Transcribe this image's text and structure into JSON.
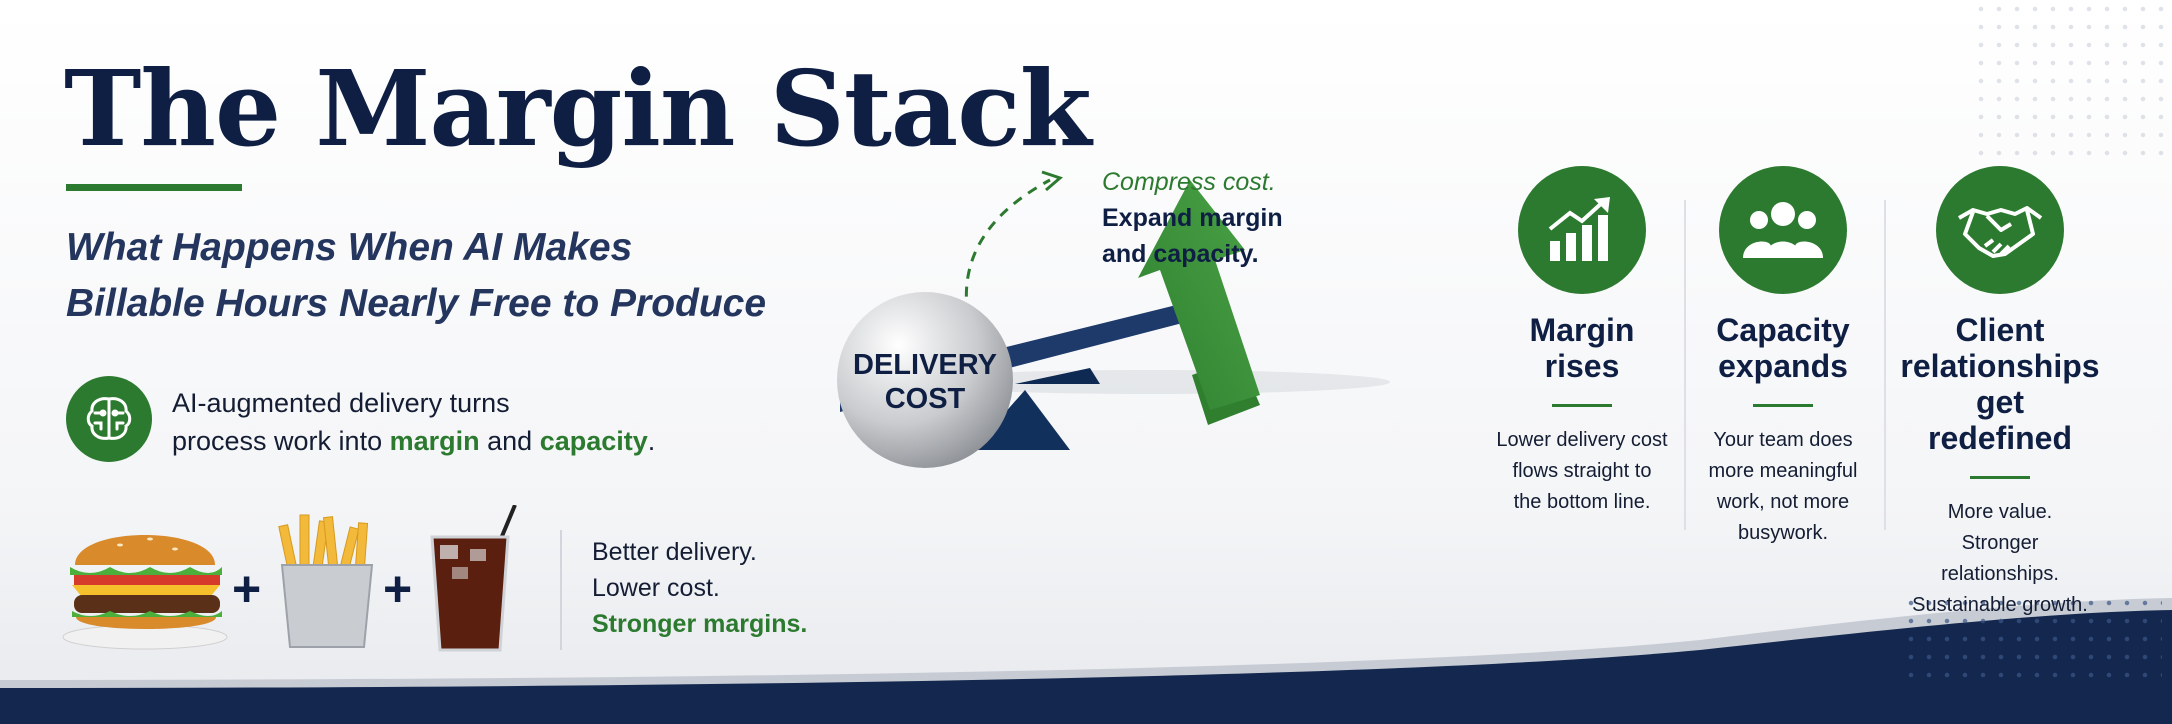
{
  "header": {
    "title": "The Margin Stack",
    "subtitle_line1": "What Happens When AI Makes",
    "subtitle_line2": "Billable Hours Nearly Free to Produce"
  },
  "augmented": {
    "icon": "brain-circuit-icon",
    "line1": "AI-augmented delivery turns",
    "line2_pre": "process work into ",
    "line2_margin": "margin",
    "line2_mid": " and ",
    "line2_capacity": "capacity",
    "line2_end": "."
  },
  "food": {
    "items": [
      "burger-icon",
      "fries-icon",
      "soda-icon"
    ],
    "plus": "+"
  },
  "tagline": {
    "line1": "Better delivery.",
    "line2": "Lower cost.",
    "line3": "Stronger margins."
  },
  "seesaw": {
    "ball_line1": "DELIVERY",
    "ball_line2": "COST",
    "note_line1": "Compress cost.",
    "note_line2": "Expand margin",
    "note_line3": "and capacity."
  },
  "columns": [
    {
      "icon": "bar-chart-up-icon",
      "head_line1": "Margin",
      "head_line2": "rises",
      "head_line3": "",
      "body": [
        "Lower delivery cost",
        "flows straight to",
        "the bottom line."
      ]
    },
    {
      "icon": "team-icon",
      "head_line1": "Capacity",
      "head_line2": "expands",
      "head_line3": "",
      "body": [
        "Your team does",
        "more meaningful",
        "work, not more",
        "busywork."
      ]
    },
    {
      "icon": "handshake-icon",
      "head_line1": "Client",
      "head_line2": "relationships",
      "head_line3": "get redefined",
      "body": [
        "More value.",
        "Stronger relationships.",
        "Sustainable growth."
      ]
    }
  ],
  "colors": {
    "navy": "#0f1f44",
    "green": "#2c7a2f",
    "text": "#141d33"
  }
}
